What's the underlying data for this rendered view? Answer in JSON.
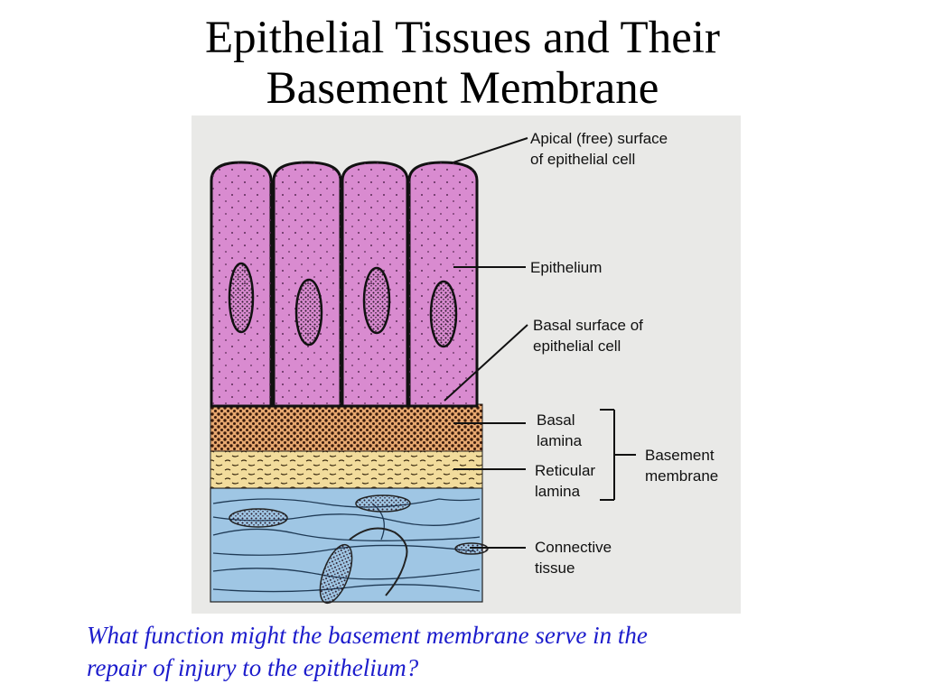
{
  "slide": {
    "title_line1": "Epithelial Tissues and Their",
    "title_line2": "Basement Membrane",
    "question_line1": "What function might the basement membrane serve in the",
    "question_line2": "repair of injury to the epithelium?"
  },
  "diagram": {
    "labels": {
      "apical_line1": "Apical (free) surface",
      "apical_line2": "of epithelial cell",
      "epithelium": "Epithelium",
      "basal_surface_line1": "Basal surface of",
      "basal_surface_line2": "epithelial cell",
      "basal_lamina_line1": "Basal",
      "basal_lamina_line2": "lamina",
      "reticular_lamina_line1": "Reticular",
      "reticular_lamina_line2": "lamina",
      "basement_membrane_line1": "Basement",
      "basement_membrane_line2": "membrane",
      "connective_line1": "Connective",
      "connective_line2": "tissue"
    },
    "colors": {
      "cell_fill": "#d98bd0",
      "basal_lamina": "#e7a870",
      "reticular_lamina": "#f2dc9c",
      "connective_tissue": "#9fc6e4",
      "question_text": "#1c1ccc"
    }
  }
}
